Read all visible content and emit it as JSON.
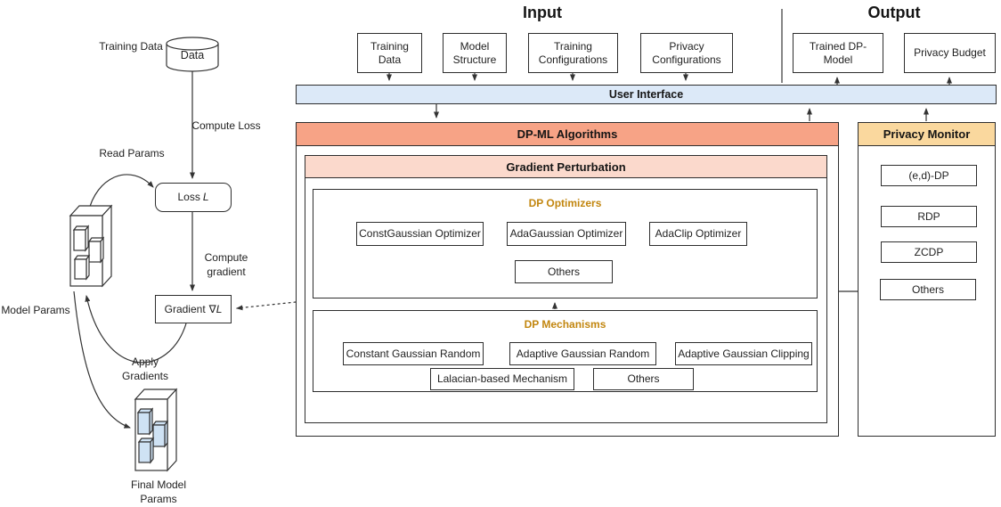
{
  "titles": {
    "input": "Input",
    "output": "Output"
  },
  "ui_bar": {
    "label": "User Interface"
  },
  "input": {
    "boxes": [
      "Training Data",
      "Model Structure",
      "Training Configurations",
      "Privacy Configurations"
    ]
  },
  "output": {
    "boxes": [
      "Trained DP-Model",
      "Privacy Budget"
    ]
  },
  "dpml": {
    "header": "DP-ML Algorithms",
    "gradient_perturbation_header": "Gradient Perturbation",
    "dp_optimizers": {
      "title": "DP Optimizers",
      "items": [
        "ConstGaussian Optimizer",
        "AdaGaussian Optimizer",
        "AdaClip Optimizer",
        "Others"
      ]
    },
    "dp_mechanisms": {
      "title": "DP Mechanisms",
      "items": [
        "Constant Gaussian Random",
        "Adaptive Gaussian Random",
        "Adaptive Gaussian Clipping",
        "Lalacian-based Mechanism",
        "Others"
      ]
    }
  },
  "privacy_monitor": {
    "header": "Privacy Monitor",
    "items": [
      "(e,d)-DP",
      "RDP",
      "ZCDP",
      "Others"
    ]
  },
  "flowchart": {
    "training_data_label": "Training Data",
    "data_cylinder_label": "Data",
    "compute_loss_label": "Compute Loss",
    "read_params_label": "Read Params",
    "loss_node": {
      "prefix": "Loss",
      "var": "L"
    },
    "compute_gradient_label": "Compute gradient",
    "gradient_node": {
      "prefix": "Gradient",
      "nabla": "∇",
      "var": "L"
    },
    "model_params_label": "Model Params",
    "apply_gradients_label": "Apply Gradients",
    "final_model_params_label": "Final Model Params"
  },
  "colors": {
    "ui_bar_fill": "#dce9f8",
    "dpml_header_fill": "#f7a386",
    "gradient_perturbation_fill": "#fbd9cc",
    "privacy_monitor_fill": "#fad89e",
    "section_title_text": "#c2860f",
    "final_params_fill": "#cfe2f4",
    "line": "#333333"
  }
}
